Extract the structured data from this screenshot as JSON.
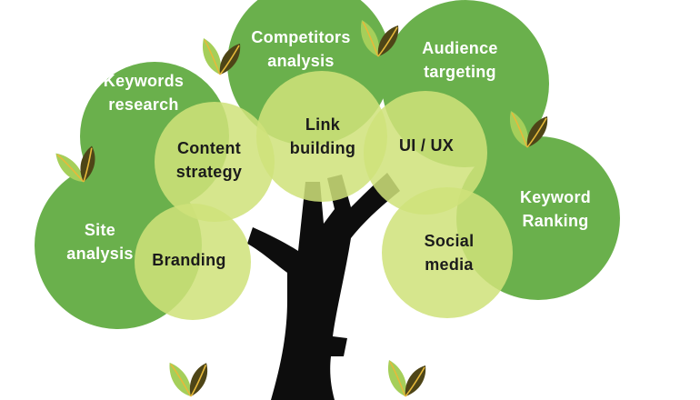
{
  "colors": {
    "outer_circle": "#6ab04c",
    "inner_circle": "#cfe27a",
    "trunk": "#0d0d0d",
    "leaf_light": "#a5cf5a",
    "leaf_dark": "#4e4517",
    "leaf_vein": "#e7b93a"
  },
  "outer_topics": [
    {
      "id": "keywords-research",
      "label": "Keywords\nresearch"
    },
    {
      "id": "competitors-analysis",
      "label": "Competitors\nanalysis"
    },
    {
      "id": "audience-targeting",
      "label": "Audience\ntargeting"
    },
    {
      "id": "site-analysis",
      "label": "Site\nanalysis"
    },
    {
      "id": "keyword-ranking",
      "label": "Keyword\nRanking"
    }
  ],
  "inner_topics": [
    {
      "id": "content-strategy",
      "label": "Content\nstrategy"
    },
    {
      "id": "link-building",
      "label": "Link\nbuilding"
    },
    {
      "id": "ui-ux",
      "label": "UI / UX"
    },
    {
      "id": "branding",
      "label": "Branding"
    },
    {
      "id": "social-media",
      "label": "Social\nmedia"
    }
  ],
  "icons": [
    "leaf-icon"
  ]
}
